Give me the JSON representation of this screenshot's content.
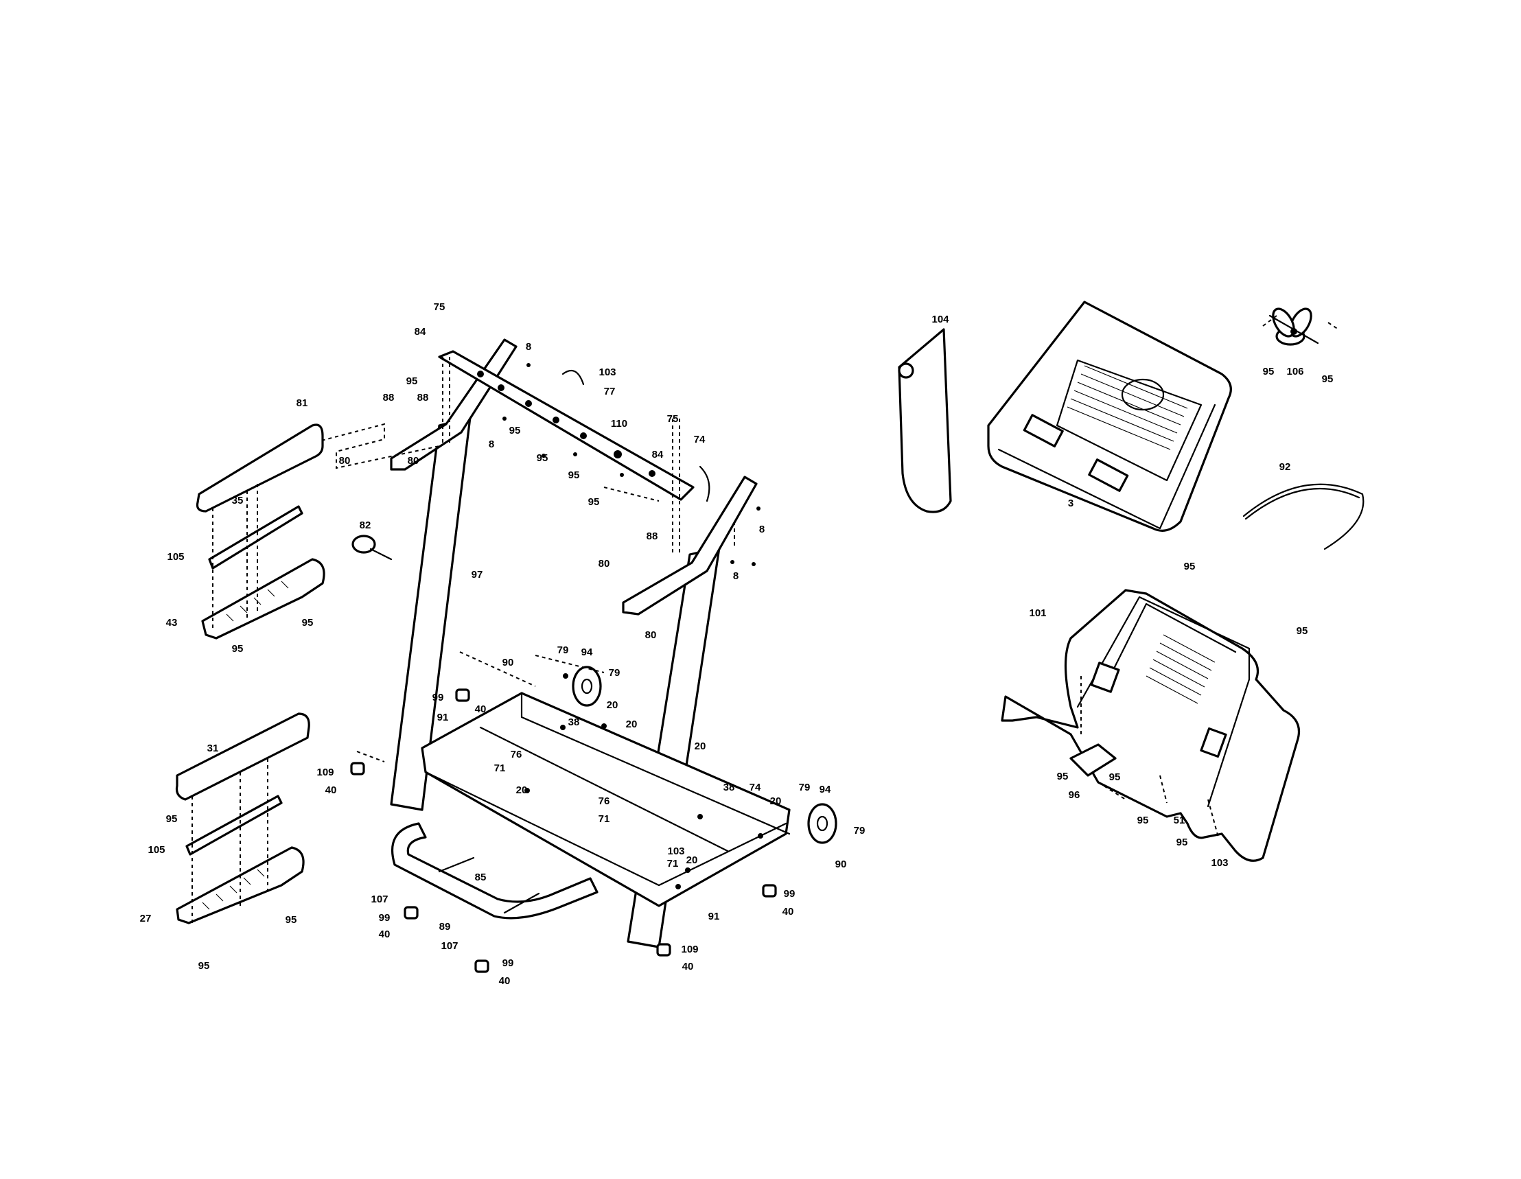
{
  "diagram": {
    "labels": [
      {
        "id": "l1",
        "text": "75"
      },
      {
        "id": "l2",
        "text": "84"
      },
      {
        "id": "l3",
        "text": "95"
      },
      {
        "id": "l4",
        "text": "88"
      },
      {
        "id": "l5",
        "text": "88"
      },
      {
        "id": "l6",
        "text": "81"
      },
      {
        "id": "l7",
        "text": "80"
      },
      {
        "id": "l8",
        "text": "80"
      },
      {
        "id": "l9",
        "text": "35"
      },
      {
        "id": "l10",
        "text": "105"
      },
      {
        "id": "l11",
        "text": "82"
      },
      {
        "id": "l12",
        "text": "43"
      },
      {
        "id": "l13",
        "text": "95"
      },
      {
        "id": "l14",
        "text": "95"
      },
      {
        "id": "l15",
        "text": "97"
      },
      {
        "id": "l16",
        "text": "8"
      },
      {
        "id": "l17",
        "text": "103"
      },
      {
        "id": "l18",
        "text": "77"
      },
      {
        "id": "l19",
        "text": "95"
      },
      {
        "id": "l20",
        "text": "8"
      },
      {
        "id": "l21",
        "text": "95"
      },
      {
        "id": "l22",
        "text": "95"
      },
      {
        "id": "l23",
        "text": "110"
      },
      {
        "id": "l24",
        "text": "75"
      },
      {
        "id": "l25",
        "text": "84"
      },
      {
        "id": "l26",
        "text": "74"
      },
      {
        "id": "l27",
        "text": "95"
      },
      {
        "id": "l28",
        "text": "8"
      },
      {
        "id": "l29",
        "text": "88"
      },
      {
        "id": "l30",
        "text": "80"
      },
      {
        "id": "l31",
        "text": "8"
      },
      {
        "id": "l32",
        "text": "80"
      },
      {
        "id": "l33",
        "text": "90"
      },
      {
        "id": "l34",
        "text": "79"
      },
      {
        "id": "l35",
        "text": "94"
      },
      {
        "id": "l36",
        "text": "79"
      },
      {
        "id": "l37",
        "text": "99"
      },
      {
        "id": "l38",
        "text": "40"
      },
      {
        "id": "l39",
        "text": "91"
      },
      {
        "id": "l40",
        "text": "20"
      },
      {
        "id": "l41",
        "text": "38"
      },
      {
        "id": "l42",
        "text": "20"
      },
      {
        "id": "l43",
        "text": "31"
      },
      {
        "id": "l44",
        "text": "109"
      },
      {
        "id": "l45",
        "text": "40"
      },
      {
        "id": "l46",
        "text": "76"
      },
      {
        "id": "l47",
        "text": "71"
      },
      {
        "id": "l48",
        "text": "20"
      },
      {
        "id": "l49",
        "text": "95"
      },
      {
        "id": "l50",
        "text": "105"
      },
      {
        "id": "l51",
        "text": "76"
      },
      {
        "id": "l52",
        "text": "71"
      },
      {
        "id": "l53",
        "text": "20"
      },
      {
        "id": "l54",
        "text": "38"
      },
      {
        "id": "l55",
        "text": "74"
      },
      {
        "id": "l56",
        "text": "20"
      },
      {
        "id": "l57",
        "text": "79"
      },
      {
        "id": "l58",
        "text": "94"
      },
      {
        "id": "l59",
        "text": "79"
      },
      {
        "id": "l60",
        "text": "103"
      },
      {
        "id": "l61",
        "text": "27"
      },
      {
        "id": "l62",
        "text": "95"
      },
      {
        "id": "l63",
        "text": "85"
      },
      {
        "id": "l64",
        "text": "71"
      },
      {
        "id": "l65",
        "text": "20"
      },
      {
        "id": "l66",
        "text": "90"
      },
      {
        "id": "l67",
        "text": "107"
      },
      {
        "id": "l68",
        "text": "99"
      },
      {
        "id": "l69",
        "text": "89"
      },
      {
        "id": "l70",
        "text": "91"
      },
      {
        "id": "l71",
        "text": "99"
      },
      {
        "id": "l72",
        "text": "40"
      },
      {
        "id": "l73",
        "text": "40"
      },
      {
        "id": "l74",
        "text": "95"
      },
      {
        "id": "l75",
        "text": "107"
      },
      {
        "id": "l76",
        "text": "109"
      },
      {
        "id": "l77",
        "text": "99"
      },
      {
        "id": "l78",
        "text": "40"
      },
      {
        "id": "l79",
        "text": "40"
      },
      {
        "id": "l80",
        "text": "104"
      },
      {
        "id": "l81",
        "text": "3"
      },
      {
        "id": "l82",
        "text": "95"
      },
      {
        "id": "l83",
        "text": "106"
      },
      {
        "id": "l84",
        "text": "95"
      },
      {
        "id": "l85",
        "text": "92"
      },
      {
        "id": "l86",
        "text": "95"
      },
      {
        "id": "l87",
        "text": "101"
      },
      {
        "id": "l88",
        "text": "95"
      },
      {
        "id": "l89",
        "text": "95"
      },
      {
        "id": "l90",
        "text": "96"
      },
      {
        "id": "l91",
        "text": "95"
      },
      {
        "id": "l92",
        "text": "95"
      },
      {
        "id": "l93",
        "text": "51"
      },
      {
        "id": "l94",
        "text": "95"
      },
      {
        "id": "l95",
        "text": "103"
      }
    ]
  }
}
